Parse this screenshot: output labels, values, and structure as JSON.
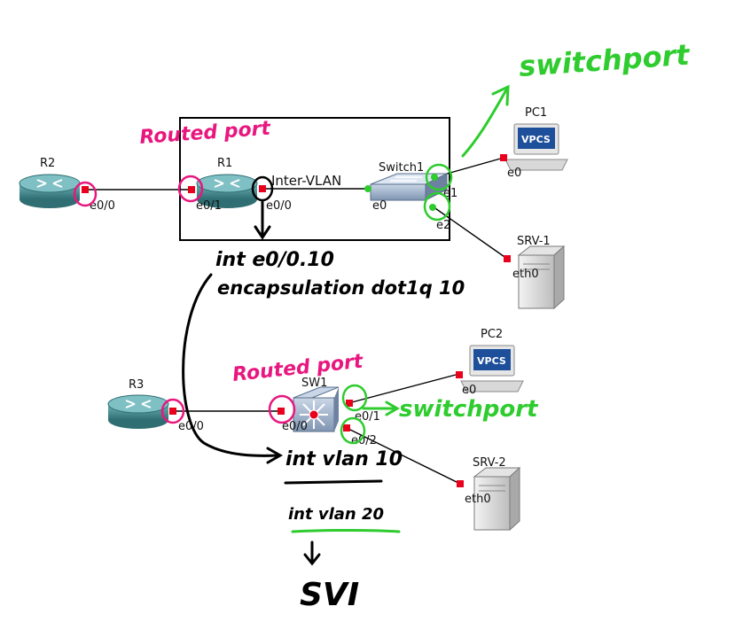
{
  "devices": {
    "r2": {
      "label": "R2",
      "port": "e0/0"
    },
    "r1": {
      "label": "R1",
      "port_left": "e0/1",
      "port_right": "e0/0"
    },
    "switch1": {
      "label": "Switch1",
      "port_left": "e0",
      "port_e1": "e1",
      "port_e2": "e2"
    },
    "pc1": {
      "label": "PC1",
      "port": "e0",
      "screen_text": "VPCS"
    },
    "srv1": {
      "label": "SRV-1",
      "port": "eth0"
    },
    "r3": {
      "label": "R3",
      "port": "e0/0"
    },
    "sw1": {
      "label": "SW1",
      "port_left": "e0/0",
      "port_e01": "e0/1",
      "port_e02": "e0/2"
    },
    "pc2": {
      "label": "PC2",
      "port": "e0",
      "screen_text": "VPCS"
    },
    "srv2": {
      "label": "SRV-2",
      "port": "eth0"
    }
  },
  "box_label": "Inter-VLAN",
  "annotations": {
    "routed_port_1": "Routed port",
    "routed_port_2": "Routed port",
    "switchport_1": "switchport",
    "switchport_2": "switchport",
    "int_subif": "int e0/0.10",
    "encapsulation": "encapsulation dot1q 10",
    "int_vlan10": "int vlan 10",
    "int_vlan20": "int vlan 20",
    "svi": "SVI"
  },
  "colors": {
    "pink": "#e8177f",
    "green": "#2ecc2e",
    "port_red": "#e8001c",
    "router_teal": "#4a8f93",
    "link": "#000000"
  }
}
